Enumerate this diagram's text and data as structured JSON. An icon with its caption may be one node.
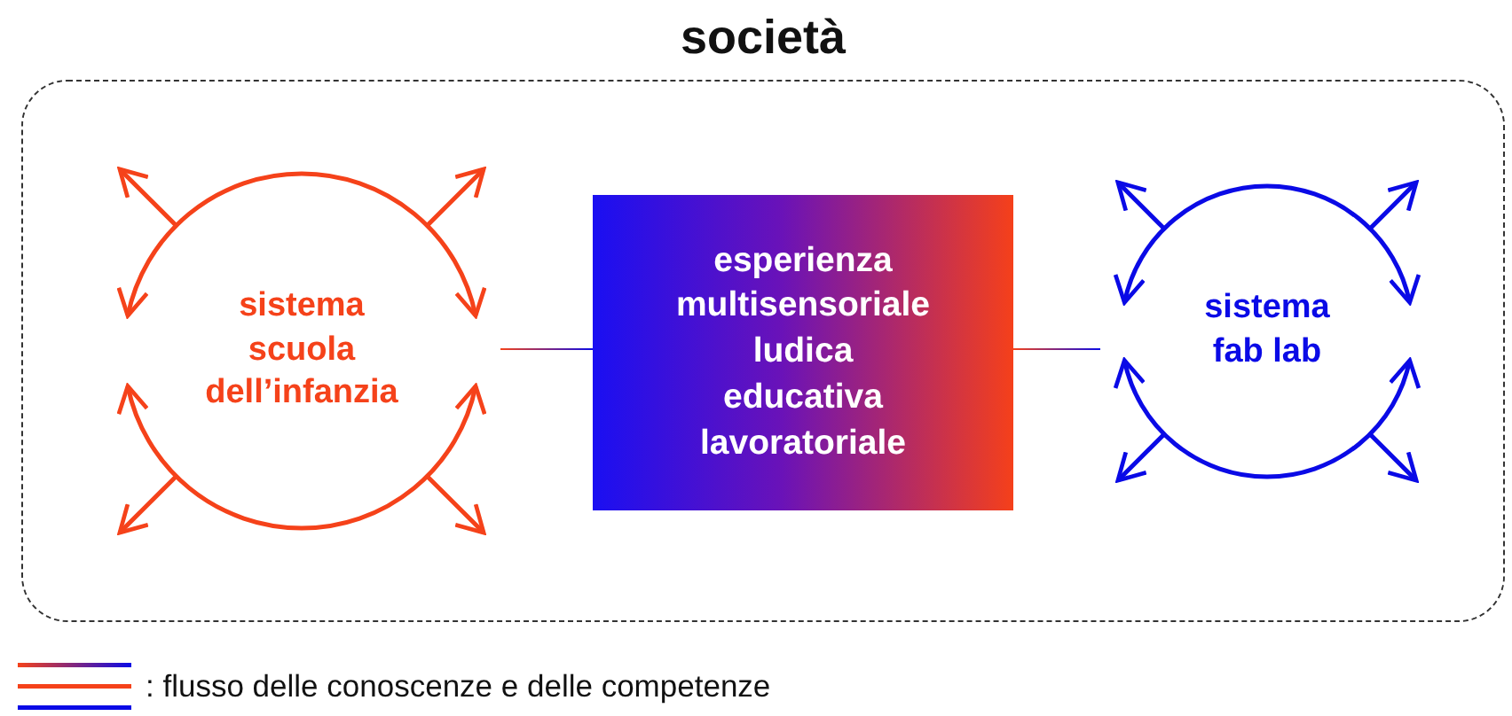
{
  "diagram": {
    "nodes": [
      {
        "text": [
          "società"
        ]
      },
      {
        "text": [
          "sistema scuola dell’infanzia"
        ],
        "in": 0
      },
      {
        "text": [
          "esperienza multisensoriale ludica educativa lavoratoriale"
        ],
        "in": 0
      },
      {
        "text": [
          "sistema fab lab"
        ],
        "in": 0
      }
    ],
    "edges": [
      {
        "from": 1,
        "to": 2,
        "arrow": "none"
      },
      {
        "from": 2,
        "to": 3,
        "arrow": "none"
      }
    ],
    "legend": [
      {
        "text": ": flusso delle conoscenze e delle competenze"
      }
    ]
  }
}
